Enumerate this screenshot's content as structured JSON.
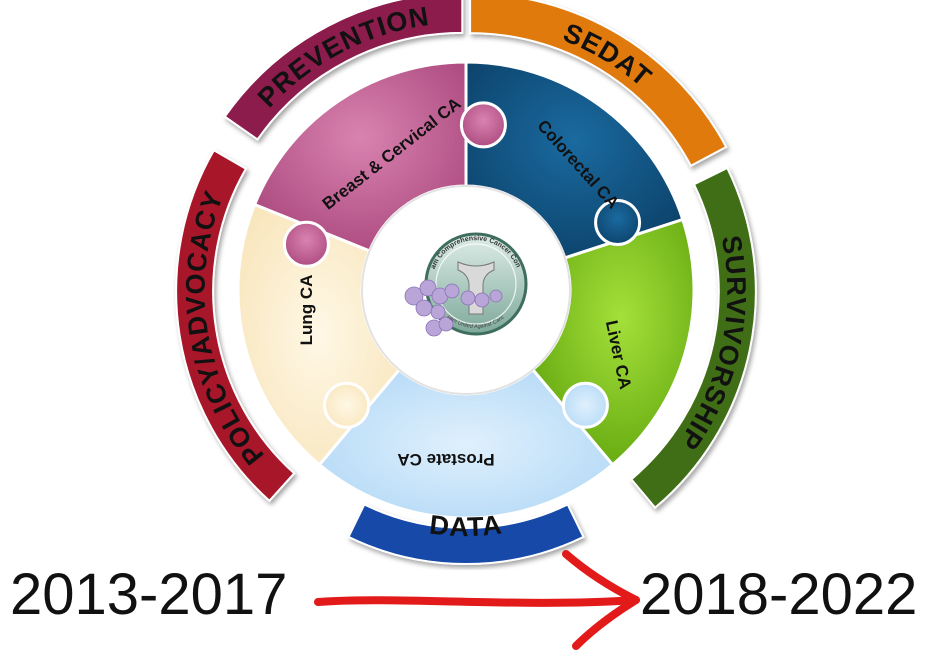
{
  "bands": {
    "prevention": "PREVENTION",
    "sedat": "SEDAT",
    "survivorship": "SURVIVORSHIP",
    "data": "DATA",
    "policy_advocacy": "POLICY/ADVOCACY"
  },
  "puzzle_pieces": {
    "breast_cervical": "Breast & Cervical CA",
    "colorectal": "Colorectal CA",
    "liver": "Liver CA",
    "prostate": "Prostate CA",
    "lung": "Lung CA"
  },
  "logo": {
    "name": "Guam Comprehensive Cancer Control",
    "tagline": "Guam United Against Cancer"
  },
  "timeline": {
    "start": "2013-2017",
    "end": "2018-2022"
  },
  "colors": {
    "prevention": "#8b1a4c",
    "sedat": "#e07a10",
    "survivorship": "#3f6e12",
    "data": "#1448a8",
    "policy_advocacy": "#a8132a",
    "breast_cervical": "#c46095",
    "colorectal": "#10507e",
    "liver": "#7cc416",
    "prostate": "#c5e3fa",
    "lung": "#fcefd0",
    "arrow": "#e31a1a"
  }
}
